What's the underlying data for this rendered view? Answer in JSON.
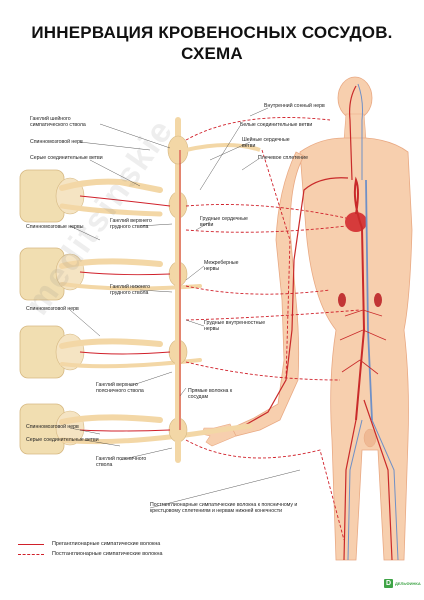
{
  "title": "ИННЕРВАЦИЯ КРОВЕНОСНЫХ СОСУДОВ. СХЕМА",
  "labels": {
    "cervical_ganglion": "Ганглий шейного симпатического ствола",
    "spinal_nerve_1": "Спинномозговой нерв",
    "gray_rami_1": "Серые соединительные ветви",
    "internal_carotid_nerve": "Внутренний сонный нерв",
    "white_rami": "Белые соединительные ветви",
    "cervical_cardiac_branches": "Шейные сердечные ветви",
    "brachial_plexus": "Плечевое сплетение",
    "spinal_nerves": "Спинномозговые нервы",
    "upper_thoracic_ganglion": "Ганглий верхнего грудного ствола",
    "thoracic_cardiac_branches": "Грудные сердечные ветви",
    "intercostal_nerves": "Межреберные нервы",
    "lower_thoracic_ganglion": "Ганглий нижнего грудного ствола",
    "spinal_nerve_2": "Спинномозговой нерв",
    "thoracic_visceral_nerves": "Грудные внутренностные нервы",
    "upper_lumbar_ganglion": "Ганглий верхнего поясничного ствола",
    "direct_vascular_branches": "Прямые волокна к сосудам",
    "spinal_nerve_3": "Спинномозговой нерв",
    "gray_rami_2": "Серые соединительные ветви",
    "lumbar_ganglion": "Ганглий поясничного ствола",
    "postganglionic_lower": "Постганглионарные симпатические волокна к поясничному и крестцовому сплетениям и нервам нижней конечности"
  },
  "legend": [
    {
      "label": "Преганглионарные симпатические волокна",
      "style": "solid"
    },
    {
      "label": "Постганглионарные симпатические волокна",
      "style": "dashed"
    }
  ],
  "logo": {
    "mark": "D",
    "text": "ДЕЛЬФИНКА"
  },
  "watermark": "meditsinskie",
  "colors": {
    "skin": "#f7cfae",
    "skin_dark": "#e9a983",
    "bone": "#f1deb1",
    "nerve": "#f3d7a6",
    "fiber": "#d0202a",
    "artery": "#c92a2a",
    "vein": "#6f90c7"
  }
}
